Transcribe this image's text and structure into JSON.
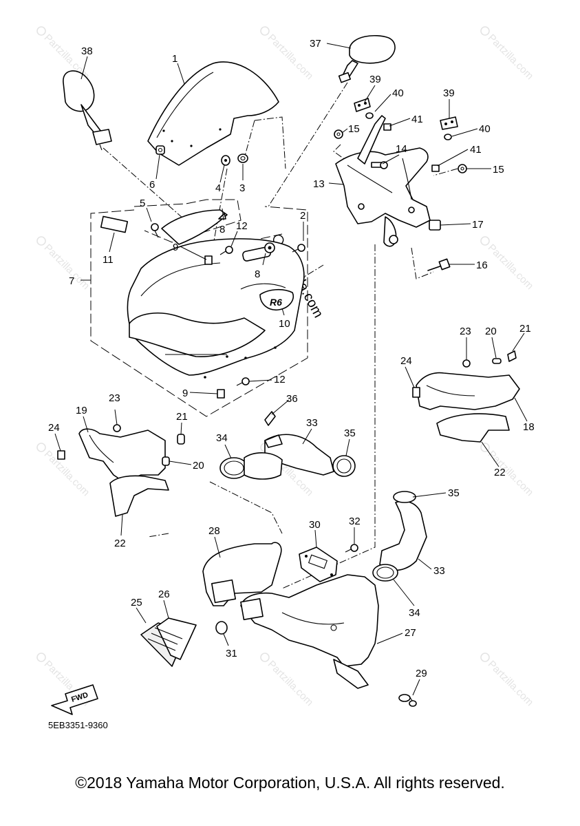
{
  "diagram": {
    "part_code": "5EB3351-9360",
    "direction_label": "FWD",
    "brand_watermark": "Partzilla.com",
    "watermark_text": "Partzilla.com",
    "badge_text": "R6"
  },
  "callouts": [
    {
      "id": "c1",
      "label": "1"
    },
    {
      "id": "c2",
      "label": "2"
    },
    {
      "id": "c3",
      "label": "3"
    },
    {
      "id": "c4",
      "label": "4"
    },
    {
      "id": "c5",
      "label": "5"
    },
    {
      "id": "c6",
      "label": "6"
    },
    {
      "id": "c7",
      "label": "7"
    },
    {
      "id": "c8a",
      "label": "8"
    },
    {
      "id": "c8b",
      "label": "8"
    },
    {
      "id": "c9a",
      "label": "9"
    },
    {
      "id": "c9b",
      "label": "9"
    },
    {
      "id": "c10",
      "label": "10"
    },
    {
      "id": "c11",
      "label": "11"
    },
    {
      "id": "c12a",
      "label": "12"
    },
    {
      "id": "c12b",
      "label": "12"
    },
    {
      "id": "c13",
      "label": "13"
    },
    {
      "id": "c14",
      "label": "14"
    },
    {
      "id": "c15a",
      "label": "15"
    },
    {
      "id": "c15b",
      "label": "15"
    },
    {
      "id": "c16",
      "label": "16"
    },
    {
      "id": "c17",
      "label": "17"
    },
    {
      "id": "c18",
      "label": "18"
    },
    {
      "id": "c19",
      "label": "19"
    },
    {
      "id": "c20a",
      "label": "20"
    },
    {
      "id": "c20b",
      "label": "20"
    },
    {
      "id": "c21a",
      "label": "21"
    },
    {
      "id": "c21b",
      "label": "21"
    },
    {
      "id": "c22a",
      "label": "22"
    },
    {
      "id": "c22b",
      "label": "22"
    },
    {
      "id": "c23a",
      "label": "23"
    },
    {
      "id": "c23b",
      "label": "23"
    },
    {
      "id": "c24a",
      "label": "24"
    },
    {
      "id": "c24b",
      "label": "24"
    },
    {
      "id": "c25",
      "label": "25"
    },
    {
      "id": "c26",
      "label": "26"
    },
    {
      "id": "c27",
      "label": "27"
    },
    {
      "id": "c28",
      "label": "28"
    },
    {
      "id": "c29",
      "label": "29"
    },
    {
      "id": "c30",
      "label": "30"
    },
    {
      "id": "c31",
      "label": "31"
    },
    {
      "id": "c32",
      "label": "32"
    },
    {
      "id": "c33a",
      "label": "33"
    },
    {
      "id": "c33b",
      "label": "33"
    },
    {
      "id": "c34a",
      "label": "34"
    },
    {
      "id": "c34b",
      "label": "34"
    },
    {
      "id": "c35a",
      "label": "35"
    },
    {
      "id": "c35b",
      "label": "35"
    },
    {
      "id": "c36",
      "label": "36"
    },
    {
      "id": "c37",
      "label": "37"
    },
    {
      "id": "c38",
      "label": "38"
    },
    {
      "id": "c39a",
      "label": "39"
    },
    {
      "id": "c39b",
      "label": "39"
    },
    {
      "id": "c40a",
      "label": "40"
    },
    {
      "id": "c40b",
      "label": "40"
    },
    {
      "id": "c41a",
      "label": "41"
    },
    {
      "id": "c41b",
      "label": "41"
    }
  ],
  "footer": {
    "copyright": "©2018 Yamaha Motor Corporation, U.S.A. All rights reserved."
  }
}
